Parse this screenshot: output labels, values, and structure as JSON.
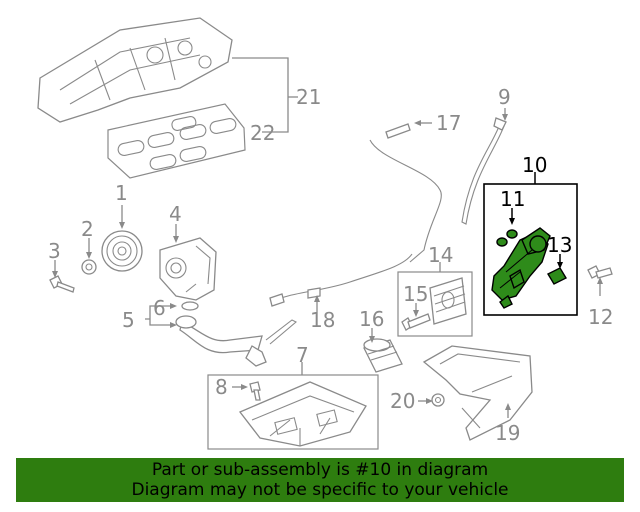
{
  "callouts": {
    "c1": "1",
    "c2": "2",
    "c3": "3",
    "c4": "4",
    "c5": "5",
    "c6": "6",
    "c7": "7",
    "c8": "8",
    "c9": "9",
    "c10": "10",
    "c11": "11",
    "c12": "12",
    "c13": "13",
    "c14": "14",
    "c15": "15",
    "c16": "16",
    "c17": "17",
    "c18": "18",
    "c19": "19",
    "c20": "20",
    "c21": "21",
    "c22": "22"
  },
  "highlight": {
    "part_number": "10",
    "color": "#2e8b1a"
  },
  "footer": {
    "line1": "Part or sub-assembly is #10 in diagram",
    "line2": "Diagram may not be specific to your vehicle",
    "background": "#2e7d0f"
  }
}
